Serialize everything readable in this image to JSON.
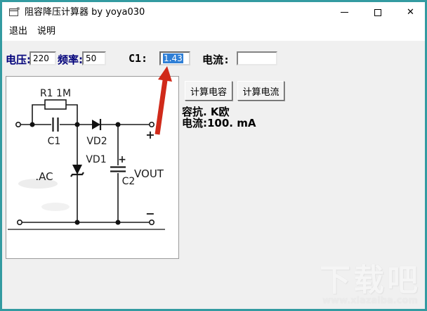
{
  "window": {
    "title": "阻容降压计算器 by yoya030",
    "controls": {
      "minimize": "minimize",
      "maximize": "maximize",
      "close": "✕"
    }
  },
  "menu": {
    "items": [
      {
        "label": "退出"
      },
      {
        "label": "说明"
      }
    ]
  },
  "form": {
    "fields": [
      {
        "label": "电压:",
        "value": "220",
        "selected": false
      },
      {
        "label": "频率:",
        "value": "50",
        "selected": false
      },
      {
        "label": "C1:",
        "value": "1.43",
        "selected": true
      },
      {
        "label": "电流:",
        "value": "",
        "selected": false
      }
    ],
    "buttons": [
      {
        "label": "计算电容"
      },
      {
        "label": "计算电流"
      }
    ],
    "results": [
      {
        "text": "容抗. K欧"
      },
      {
        "text": "电流:100. mA"
      }
    ]
  },
  "circuit": {
    "labels": {
      "r1": "R1 1M",
      "c1": "C1",
      "vd2": "VD2",
      "vd1": "VD1",
      "c2": "C2",
      "c2_plus": "+",
      "vout": "VOUT",
      "ac": ".AC",
      "out_plus": "+",
      "out_minus": "−"
    }
  },
  "watermark": {
    "title": "下载吧",
    "url": "www.xiazaiba.com"
  },
  "colors": {
    "window_border": "#339ba1",
    "selection_blue": "#2f7fd6",
    "arrow_red": "#d02a1a",
    "label_navy": "#00007a"
  }
}
